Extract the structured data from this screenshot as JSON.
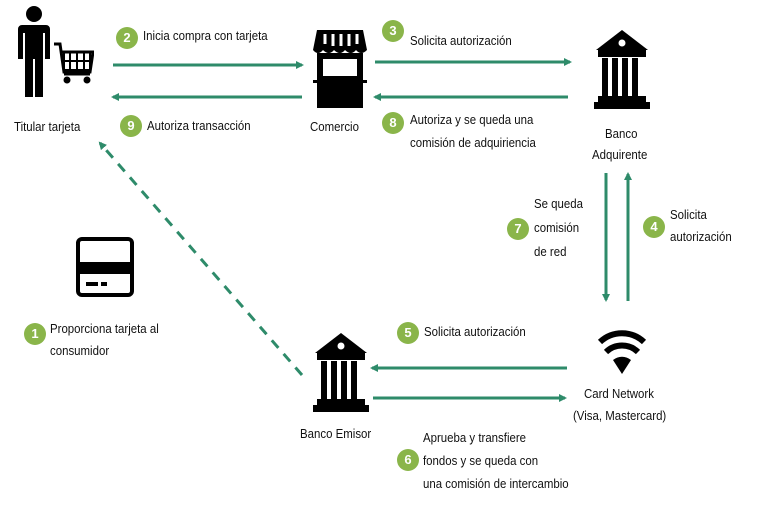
{
  "colors": {
    "arrow": "#2e8b6a",
    "badge": "#8ab54a",
    "icon": "#000000"
  },
  "nodes": {
    "cardholder": {
      "label": "Titular tarjeta",
      "icon": "person-cart-icon"
    },
    "merchant": {
      "label": "Comercio",
      "icon": "store-icon"
    },
    "acquirer": {
      "label_line1": "Banco",
      "label_line2": "Adquirente",
      "icon": "bank-icon"
    },
    "network": {
      "label_line1": "Card Network",
      "label_line2": "(Visa, Mastercard)",
      "icon": "wifi-icon"
    },
    "issuer": {
      "label": "Banco Emisor",
      "icon": "bank-icon"
    },
    "card": {
      "icon": "credit-card-icon"
    }
  },
  "steps": [
    {
      "num": "1",
      "lines": [
        "Proporciona tarjeta al",
        "consumidor"
      ]
    },
    {
      "num": "2",
      "lines": [
        "Inicia compra con tarjeta"
      ]
    },
    {
      "num": "3",
      "lines": [
        "Solicita autorización"
      ]
    },
    {
      "num": "4",
      "lines": [
        "Solicita",
        "autorización"
      ]
    },
    {
      "num": "5",
      "lines": [
        "Solicita autorización"
      ]
    },
    {
      "num": "6",
      "lines": [
        "Aprueba y transfiere",
        "fondos y se queda con",
        "una comisión de intercambio"
      ]
    },
    {
      "num": "7",
      "lines": [
        "Se queda",
        "comisión",
        "de red"
      ]
    },
    {
      "num": "8",
      "lines": [
        "Autoriza y se queda una",
        "comisión de adquiriencia"
      ]
    },
    {
      "num": "9",
      "lines": [
        "Autoriza transacción"
      ]
    }
  ]
}
